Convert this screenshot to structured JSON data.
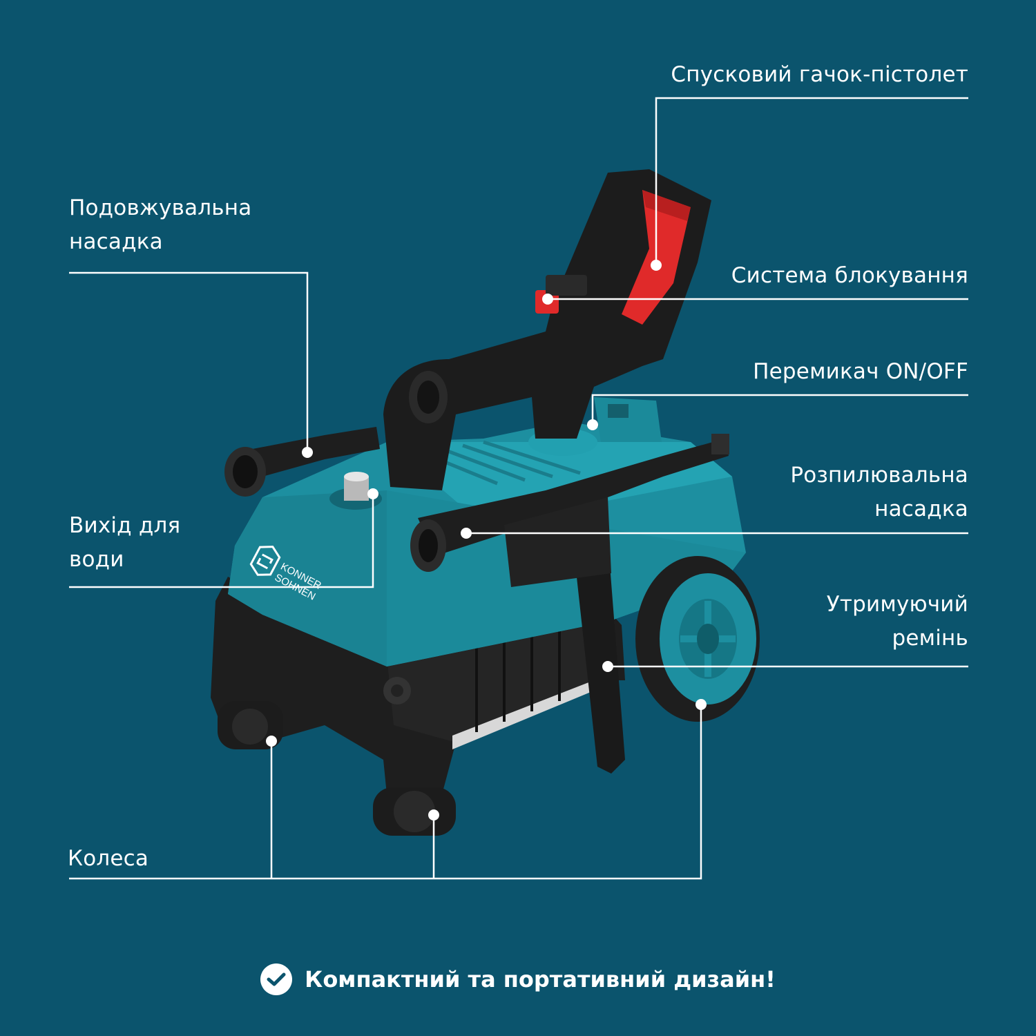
{
  "colors": {
    "background": "#0b546d",
    "body_teal": "#1d8fa0",
    "plastic_black": "#1c1c1c",
    "trigger_red": "#e02a2a",
    "line": "#ffffff"
  },
  "brand": {
    "line1": "KONNER",
    "line2": "SOHNEN"
  },
  "labels": {
    "trigger": [
      "Спусковий гачок-пістолет"
    ],
    "lock": [
      "Система блокування"
    ],
    "extension": [
      "Подовжувальна",
      "насадка"
    ],
    "switch": [
      "Перемикач ON/OFF"
    ],
    "spray": [
      "Розпилювальна",
      "насадка"
    ],
    "outlet": [
      "Вихід для",
      "води"
    ],
    "strap": [
      "Утримуючий",
      "ремінь"
    ],
    "wheels": [
      "Колеса"
    ]
  },
  "footer": {
    "icon": "check-circle-icon",
    "text": "Компактний та портативний дизайн!"
  }
}
